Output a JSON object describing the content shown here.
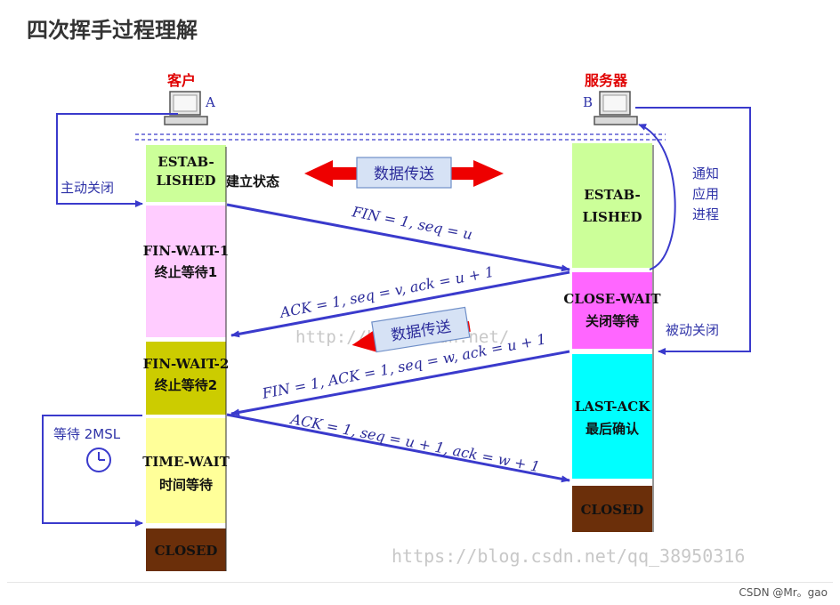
{
  "title": "四次挥手过程理解",
  "client": {
    "role": "客户",
    "letter": "A"
  },
  "server": {
    "role": "服务器",
    "letter": "B"
  },
  "client_states": {
    "established_1": "ESTAB-",
    "established_2": "LISHED",
    "established_tail": "建立状态",
    "fin_wait_1_a": "FIN-WAIT-1",
    "fin_wait_1_b": "终止等待1",
    "fin_wait_2_a": "FIN-WAIT-2",
    "fin_wait_2_b": "终止等待2",
    "time_wait_a": "TIME-WAIT",
    "time_wait_b": "时间等待",
    "closed": "CLOSED"
  },
  "server_states": {
    "established_1": "ESTAB-",
    "established_2": "LISHED",
    "close_wait_a": "CLOSE-WAIT",
    "close_wait_b": "关闭等待",
    "last_ack_a": "LAST-ACK",
    "last_ack_b": "最后确认",
    "closed": "CLOSED"
  },
  "data_transfer_1": "数据传送",
  "data_transfer_2": "数据传送",
  "messages": {
    "m1": "FIN = 1, seq = u",
    "m2": "ACK = 1, seq = v, ack = u + 1",
    "m3": "FIN = 1, ACK = 1, seq = w, ack = u + 1",
    "m4": "ACK = 1, seq = u + 1, ack = w + 1"
  },
  "side_labels": {
    "active_close": "主动关闭",
    "notify_app_1": "通知",
    "notify_app_2": "应用",
    "notify_app_3": "进程",
    "passive_close": "被动关闭",
    "wait_2msl": "等待 2MSL"
  },
  "watermarks": {
    "overlay": "http://blog.csdn.net/",
    "bottom": "https://blog.csdn.net/qq_38950316"
  },
  "credit": "CSDN @Mr。gao",
  "colors": {
    "established": "#ccff99",
    "fin_wait_1": "#ffccff",
    "fin_wait_2": "#cccc00",
    "time_wait": "#ffff99",
    "closed": "#6b2f0a",
    "close_wait": "#ff66ff",
    "last_ack": "#00ffff",
    "arrow_blue": "#3a3acc",
    "red_arrow": "#ee0000"
  }
}
